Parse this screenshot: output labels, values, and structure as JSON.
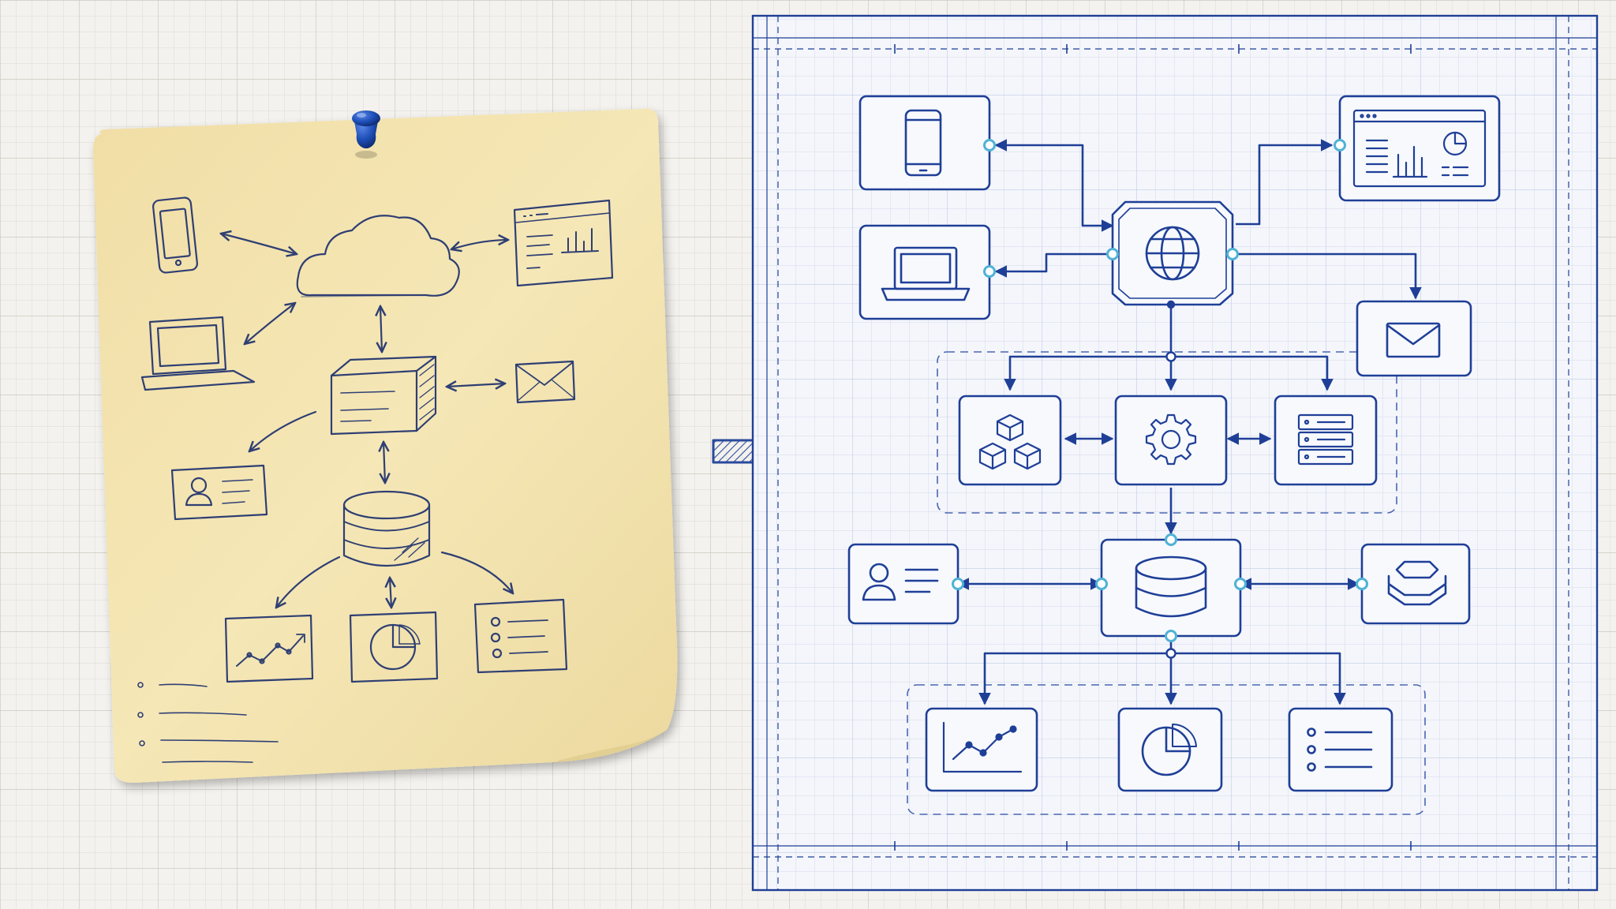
{
  "colors": {
    "background": "#f4f2ee",
    "grid_minor": "#dedbd5",
    "grid_major": "#cdc9c1",
    "note_paper": "#f3e4ad",
    "note_shadow": "#d8c88d",
    "pencil_ink": "#2f3f73",
    "blueprint_ink": "#1f3f97",
    "blueprint_grid": "#c9d3e8",
    "connector_dot": "#4fb2d6",
    "pin": "#1d4fb8"
  },
  "sketch_note": {
    "icons": [
      "phone-icon",
      "laptop-icon",
      "cloud-icon",
      "dashboard-icon",
      "server-box-icon",
      "mail-icon",
      "user-card-icon",
      "database-icon",
      "line-chart-icon",
      "pie-chart-icon",
      "list-icon"
    ],
    "note_lines": 4
  },
  "transition_arrow": {
    "icon": "striped-right-arrow-icon"
  },
  "blueprint": {
    "nodes": [
      {
        "id": "mobile",
        "icon": "phone-icon"
      },
      {
        "id": "laptop",
        "icon": "laptop-icon"
      },
      {
        "id": "web",
        "icon": "globe-icon"
      },
      {
        "id": "dashboard",
        "icon": "dashboard-icon"
      },
      {
        "id": "mail",
        "icon": "mail-icon"
      },
      {
        "id": "modules",
        "icon": "cubes-icon"
      },
      {
        "id": "processing",
        "icon": "gear-icon"
      },
      {
        "id": "servers",
        "icon": "server-rack-icon"
      },
      {
        "id": "profile",
        "icon": "user-card-icon"
      },
      {
        "id": "database",
        "icon": "database-icon"
      },
      {
        "id": "layers",
        "icon": "layers-icon"
      },
      {
        "id": "line_chart",
        "icon": "line-chart-icon"
      },
      {
        "id": "pie_chart",
        "icon": "pie-chart-icon"
      },
      {
        "id": "list",
        "icon": "list-icon"
      }
    ],
    "edges": [
      {
        "from": "web",
        "to": "mobile",
        "style": "bidirectional"
      },
      {
        "from": "web",
        "to": "laptop",
        "style": "bidirectional"
      },
      {
        "from": "web",
        "to": "dashboard",
        "style": "directed"
      },
      {
        "from": "web",
        "to": "mail",
        "style": "directed"
      },
      {
        "from": "web",
        "to": "modules",
        "style": "directed"
      },
      {
        "from": "web",
        "to": "processing",
        "style": "directed"
      },
      {
        "from": "web",
        "to": "servers",
        "style": "directed"
      },
      {
        "from": "modules",
        "to": "processing",
        "style": "bidirectional"
      },
      {
        "from": "processing",
        "to": "servers",
        "style": "bidirectional"
      },
      {
        "from": "processing",
        "to": "database",
        "style": "directed"
      },
      {
        "from": "database",
        "to": "profile",
        "style": "bidirectional"
      },
      {
        "from": "database",
        "to": "layers",
        "style": "bidirectional"
      },
      {
        "from": "database",
        "to": "line_chart",
        "style": "directed"
      },
      {
        "from": "database",
        "to": "pie_chart",
        "style": "directed"
      },
      {
        "from": "database",
        "to": "list",
        "style": "directed"
      }
    ],
    "groups": [
      {
        "id": "services-group",
        "members": [
          "modules",
          "processing",
          "servers"
        ],
        "border": "dashed"
      },
      {
        "id": "analytics-group",
        "members": [
          "line_chart",
          "pie_chart",
          "list"
        ],
        "border": "dashed"
      }
    ]
  }
}
